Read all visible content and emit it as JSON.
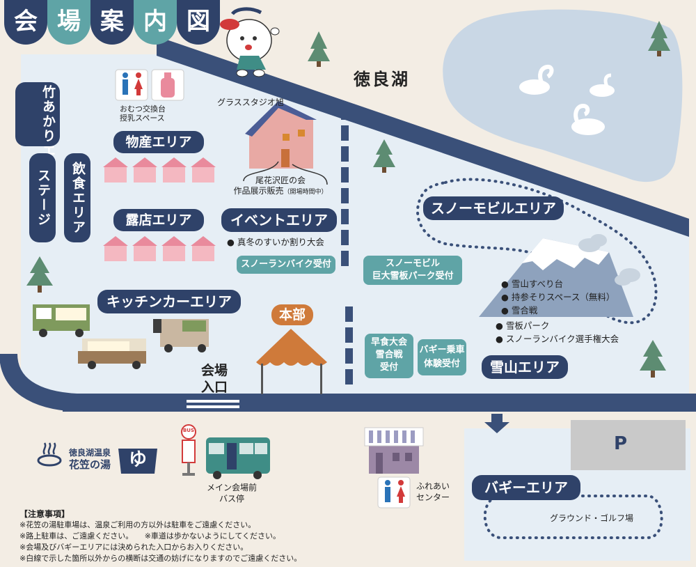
{
  "title_chars": [
    "会",
    "場",
    "案",
    "内",
    "図"
  ],
  "lake_label": "徳良湖",
  "labels": {
    "takeakari": "竹あかりエリア",
    "stage": "ステージ",
    "inshoku": "飲食エリア",
    "bussan": "物産エリア",
    "roten": "露店エリア",
    "event": "イベントエリア",
    "kitchen": "キッチンカーエリア",
    "honbu": "本部",
    "snowmobile_area": "スノーモビルエリア",
    "snowmountain": "雪山エリア",
    "buggy_area": "バギーエリア"
  },
  "nursing_caption_1": "おむつ交換台",
  "nursing_caption_2": "授乳スペース",
  "glass_studio": "グラススタジオ旭",
  "obanazawa_1": "尾花沢匠の会",
  "obanazawa_2": "作品展示販売",
  "obanazawa_3": "（開場時間中）",
  "event_item": "真冬のすいか割り大会",
  "snowrun_reception": "スノーランバイク受付",
  "snowmobile_reception_1": "スノーモビル",
  "snowmobile_reception_2": "巨大雪板パーク受付",
  "hayagui_1": "早食大会",
  "hayagui_2": "雪合戦",
  "hayagui_3": "受付",
  "buggy_reception_1": "バギー乗車",
  "buggy_reception_2": "体験受付",
  "snow_items": [
    "雪山すべり台",
    "持参そりスペース（無料）",
    "雪合戦"
  ],
  "snow_items_2": [
    "雪板パーク",
    "スノーランバイク選手権大会"
  ],
  "entrance_1": "会場",
  "entrance_2": "入口",
  "onsen_1": "徳良湖温泉",
  "onsen_2": "花笠の湯",
  "yu_sign": "ゆ",
  "bus_sign": "BUS",
  "bus_stop_1": "メイン会場前",
  "bus_stop_2": "バス停",
  "fureai_1": "ふれあい",
  "fureai_2": "センター",
  "parking_sign": "P",
  "ground": "グラウンド・ゴルフ場",
  "notes_title": "【注意事項】",
  "notes": [
    "※花笠の湯駐車場は、温泉ご利用の方以外は駐車をご遠慮ください。",
    "※路上駐車は、ご遠慮ください。　　※車道は歩かないようにしてください。",
    "※会場及びバギーエリアには決められた入口からお入りください。",
    "※白線で示した箇所以外からの横断は交通の妨げになりますのでご遠慮ください。"
  ],
  "colors": {
    "road": "#3a5079",
    "navy_label": "#2f4269",
    "teal_label": "#5fa4a6",
    "orange_label": "#cf7a3a",
    "venue_ground": "#e6eef5",
    "lake": "#c9d7e5",
    "background": "#f3ede4"
  }
}
